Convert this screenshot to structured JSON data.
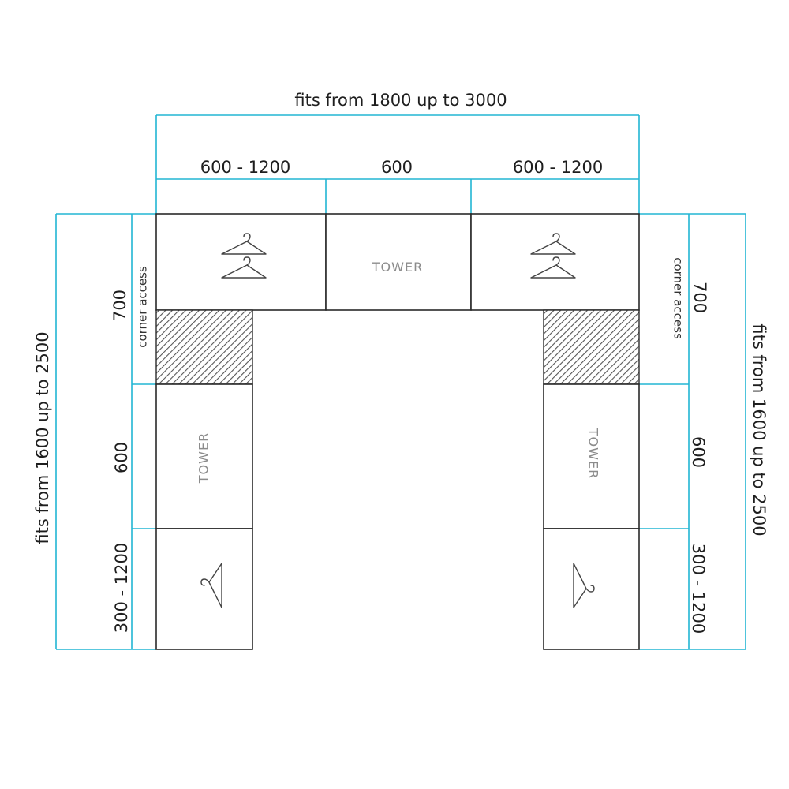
{
  "labels": {
    "overall_width": "fits from 1800 up to 3000",
    "top_left_width": "600 - 1200",
    "top_middle_width": "600",
    "top_right_width": "600 - 1200",
    "left_overall_height": "fits from 1600 up to 2500",
    "right_overall_height": "fits from 1600 up to 2500",
    "left_corner_height": "700",
    "right_corner_height": "700",
    "left_corner_note": "corner access",
    "right_corner_note": "corner access",
    "left_tower_height": "600",
    "right_tower_height": "600",
    "left_bottom_height": "300 - 1200",
    "right_bottom_height": "300 - 1200"
  },
  "units": {
    "top_tower": "TOWER",
    "left_tower": "TOWER",
    "right_tower": "TOWER"
  },
  "icons": {
    "top_left": "double-hanger-icon",
    "top_right": "double-hanger-icon",
    "left_bottom": "hanger-icon",
    "right_bottom": "hanger-icon"
  },
  "colors": {
    "dimension_lines": "#22b5d4",
    "outline": "#2a2a2a"
  }
}
